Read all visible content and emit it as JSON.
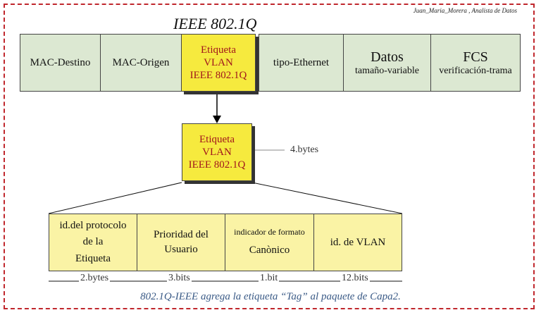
{
  "author": "Juan_Maria_Morera , Analista de Datos",
  "title": "IEEE 802.1Q",
  "frame_fields": [
    {
      "line1": "MAC-Destino"
    },
    {
      "line1": "MAC-Origen"
    },
    {
      "line1": "Etiqueta",
      "line2": "VLAN",
      "line3": "IEEE 802.1Q"
    },
    {
      "line1": "tipo-Ethernet"
    },
    {
      "line1": "Datos",
      "line2": "tamaño-variable"
    },
    {
      "line1": "FCS",
      "line2": "verificación-trama"
    }
  ],
  "tag": {
    "line1": "Etiqueta",
    "line2": "VLAN",
    "line3": "IEEE 802.1Q",
    "size": "4.bytes"
  },
  "tag_fields": [
    {
      "line1": "id.del protocolo",
      "line2": "de la",
      "line3": "Etiqueta",
      "size": "2.bytes"
    },
    {
      "line1": "Prioridad del",
      "line2": "Usuario",
      "size": "3.bits"
    },
    {
      "line1": "indicador de formato",
      "line2": "Canònico",
      "size": "1.bit"
    },
    {
      "line1": "id. de VLAN",
      "size": "12.bits"
    }
  ],
  "caption": "802.1Q-IEEE agrega la etiqueta “Tag” al paquete de Capa2.",
  "colors": {
    "frame_border": "#c0272d",
    "field_green": "#dce8d2",
    "tag_yellow": "#f6ea3e",
    "tag_text": "#a1161c",
    "detail_yellow": "#faf3a5",
    "caption": "#3a5a86"
  }
}
